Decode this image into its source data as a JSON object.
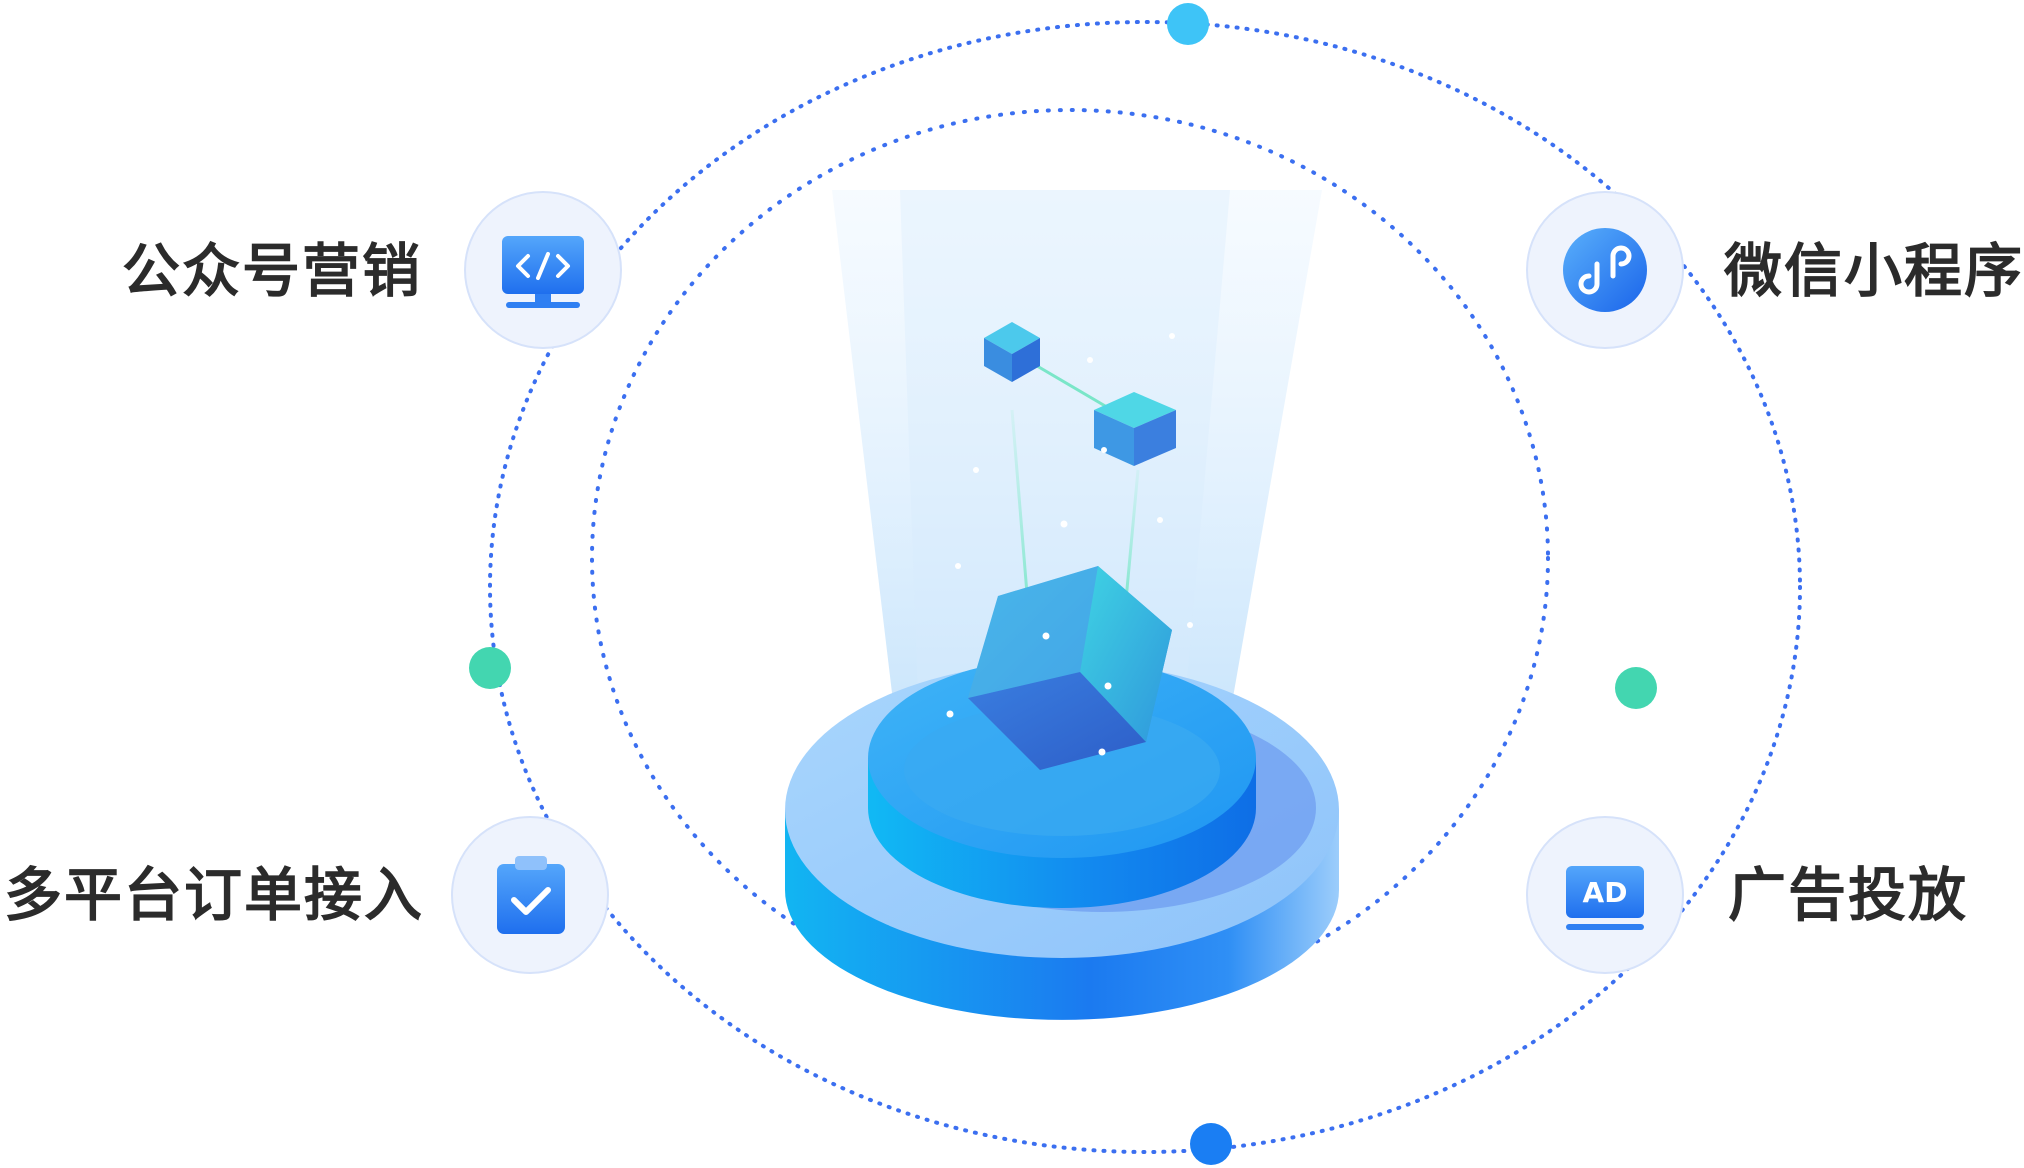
{
  "features": {
    "top_left": {
      "label": "公众号营销",
      "icon": "code-monitor-icon"
    },
    "bottom_left": {
      "label": "多平台订单接入",
      "icon": "clipboard-check-icon"
    },
    "top_right": {
      "label": "微信小程序",
      "icon": "mini-program-icon"
    },
    "bottom_right": {
      "label": "广告投放",
      "icon": "ad-screen-icon",
      "badge": "AD"
    }
  },
  "colors": {
    "orbit_dots": "#3b6ff0",
    "node_cyan": "#3ec4f7",
    "node_green": "#43d6b0",
    "node_blue": "#1a7ef3",
    "icon_circle_fill": "#eef3fd",
    "icon_circle_stroke": "#d6e2fa",
    "icon_blue": "#2f7ff2",
    "platform_light": "#9ecdfb",
    "platform_mid": "#2ea0f5",
    "cube": "#41a9e8",
    "label_text": "#2b2b2b"
  }
}
